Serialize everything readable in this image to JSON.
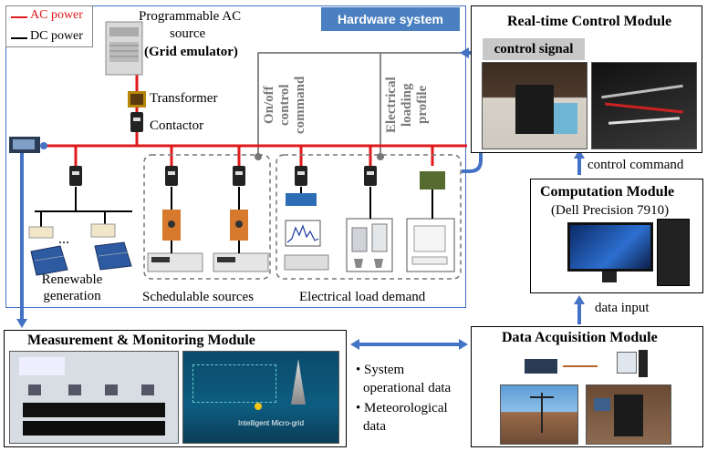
{
  "legend": {
    "ac": "AC power",
    "dc": "DC power",
    "ac_color": "#e0191b",
    "dc_color": "#000000"
  },
  "hardware": {
    "label": "Hardware system",
    "source_line1": "Programmable AC",
    "source_line2": "source",
    "source_line3": "(Grid emulator)",
    "transformer": "Transformer",
    "contactor": "Contactor",
    "onoff_cmd": "On/off control command",
    "load_profile": "Electrical loading profile",
    "renewable": "Renewable generation",
    "schedulable": "Schedulable sources",
    "load_demand": "Electrical load demand",
    "ellipsis": "..."
  },
  "realtime": {
    "title": "Real-time Control Module",
    "signal": "control signal",
    "command": "control command"
  },
  "computation": {
    "title": "Computation Module",
    "subtitle": "(Dell Precision 7910)",
    "data_input": "data input"
  },
  "measurement": {
    "title": "Measurement & Monitoring Module",
    "screen_text": "Intelligent Micro-grid"
  },
  "bullets": {
    "item1_line1": "System",
    "item1_line2": "operational data",
    "item2_line1": "Meteorological",
    "item2_line2": "data"
  },
  "acquisition": {
    "title": "Data Acquisition Module"
  },
  "colors": {
    "blue_arrow": "#4472c4",
    "grey_line": "#888888",
    "red_bus": "#e0191b"
  }
}
